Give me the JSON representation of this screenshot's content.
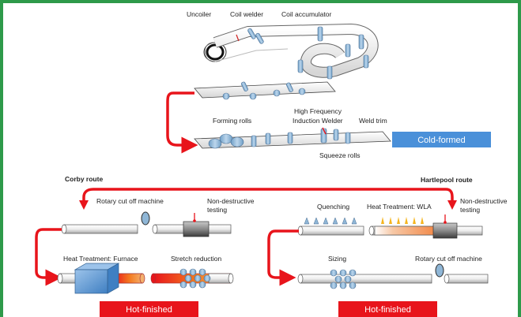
{
  "labels": {
    "uncoiler": "Uncoiler",
    "coil_welder": "Coil welder",
    "coil_accumulator": "Coil accumulator",
    "forming_rolls": "Forming rolls",
    "hf_welder_line1": "High Frequency",
    "hf_welder_line2": "Induction Welder",
    "weld_trim": "Weld trim",
    "squeeze_rolls": "Squeeze rolls",
    "cold_formed": "Cold-formed",
    "corby_route": "Corby route",
    "hartlepool_route": "Hartlepool route",
    "rotary_cut_off_left": "Rotary cut off machine",
    "ndt_left_line1": "Non-destructive",
    "ndt_left_line2": "testing",
    "heat_treatment_furnace": "Heat Treatment: Furnace",
    "stretch_reduction": "Stretch reduction",
    "hot_finished_left": "Hot-finished",
    "quenching": "Quenching",
    "heat_treatment_wla": "Heat Treatment: WLA",
    "ndt_right_line1": "Non-destructive",
    "ndt_right_line2": "testing",
    "sizing": "Sizing",
    "rotary_cut_off_right": "Rotary cut off machine",
    "hot_finished_right": "Hot-finished"
  },
  "colors": {
    "frame": "#2e9a4a",
    "flow_arrow": "#e8141b",
    "cold_formed_box": "#4a90d9",
    "hot_finished_box": "#e8141b",
    "roll": "#8fb6d6",
    "furnace": "#5b9bd5"
  }
}
